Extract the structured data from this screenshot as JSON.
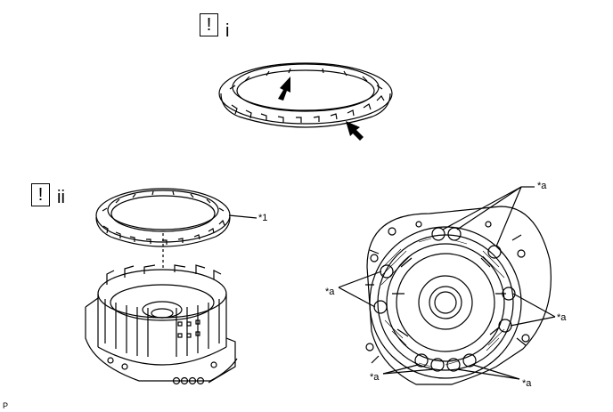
{
  "steps": [
    {
      "caution_symbol": "!",
      "number": "i"
    },
    {
      "caution_symbol": "!",
      "number": "ii"
    }
  ],
  "callouts": {
    "part_1": "*1",
    "a": "*a"
  },
  "footer_code": "P",
  "icons": [
    "caution-icon",
    "arrow-icon"
  ]
}
